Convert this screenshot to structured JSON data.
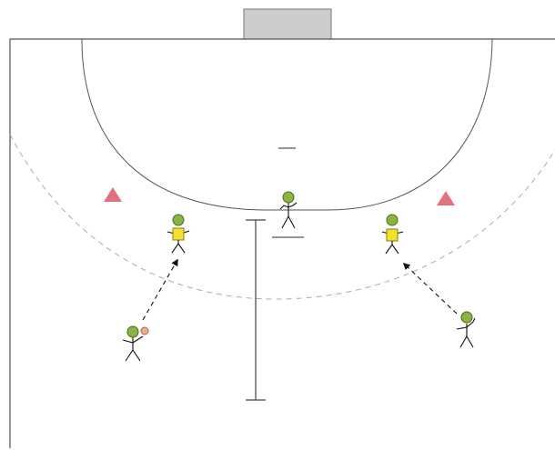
{
  "diagram": {
    "type": "handball-drill",
    "colors": {
      "court_line": "#555555",
      "dashed_line": "#a8a8a8",
      "goal_fill": "#cccccc",
      "goal_stroke": "#777777",
      "player_head": "#8ab33f",
      "player_head_stroke": "#4a6b1f",
      "bib": "#f2e030",
      "bib_stroke": "#8a7d10",
      "cone": "#e0737f",
      "ball": "#e8b08a",
      "ball_stroke": "#a06a4a",
      "figure_stroke": "#111111"
    },
    "elements": {
      "goal": {
        "icon": "goal-icon"
      },
      "cones": [
        {
          "name": "cone-left",
          "icon": "triangle-icon"
        },
        {
          "name": "cone-right",
          "icon": "triangle-icon"
        }
      ],
      "players": [
        {
          "name": "goalkeeper",
          "bib": false,
          "ball": false
        },
        {
          "name": "defender-left",
          "bib": true,
          "ball": false
        },
        {
          "name": "defender-right",
          "bib": true,
          "ball": false
        },
        {
          "name": "attacker-left",
          "bib": false,
          "ball": true
        },
        {
          "name": "attacker-right",
          "bib": false,
          "ball": false
        }
      ],
      "movement_arrows": [
        {
          "name": "arrow-left",
          "style": "dashed"
        },
        {
          "name": "arrow-right",
          "style": "dashed"
        }
      ],
      "barrier": {
        "name": "center-barrier",
        "orientation": "vertical"
      }
    }
  }
}
